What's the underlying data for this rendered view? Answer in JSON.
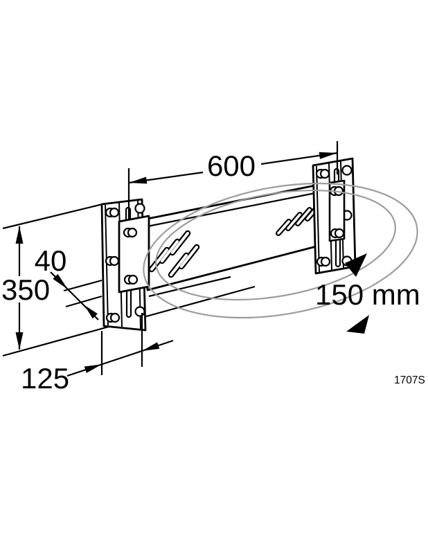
{
  "diagram": {
    "labels": {
      "arm_length": "600",
      "mount_height": "350",
      "rail_width": "40",
      "wall_offset": "125",
      "adjust_range": "150 mm",
      "drawing_code": "1707S"
    },
    "colors": {
      "outline": "#000000",
      "swivel_arc": "#9c9c9c",
      "background": "#ffffff"
    }
  }
}
